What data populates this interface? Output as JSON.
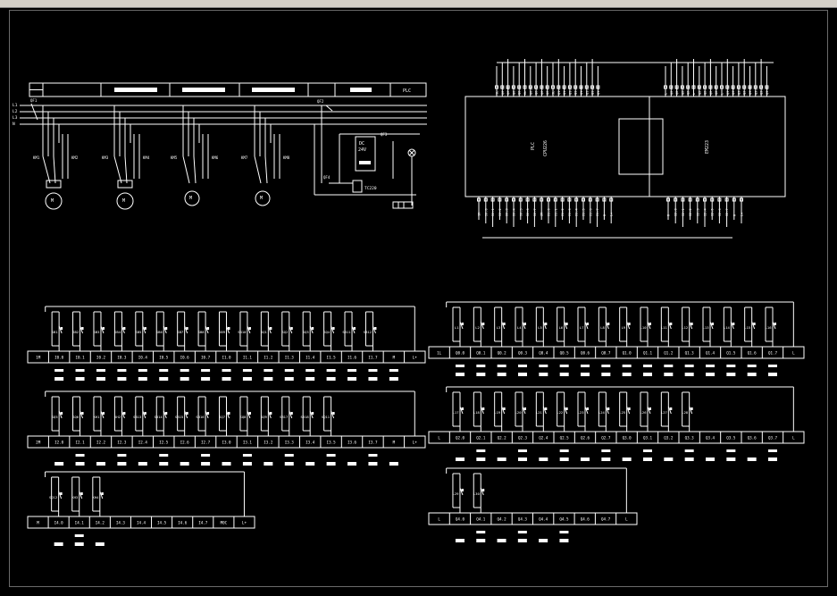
{
  "title_block": {
    "cells": [
      "",
      "",
      "",
      "",
      "",
      "PLC"
    ]
  },
  "power": {
    "lines": [
      "L1",
      "L2",
      "L3",
      "N"
    ],
    "qf1": "QF1",
    "qf2": "QF2",
    "qf3": "QF3",
    "qf4": "QF4",
    "contactors": [
      "KM1",
      "KM2",
      "KM3",
      "KM4",
      "KM5",
      "KM6",
      "KM7",
      "KM8"
    ],
    "motor_label": "M",
    "dc_supply": [
      "DC",
      "24V",
      ""
    ],
    "transformer": "TC220"
  },
  "plc": {
    "main_label": "PLC",
    "main_model": "CPU226",
    "ext_model": "EM223",
    "top_pins_left": [
      "1L",
      "Q0.0",
      "Q0.1",
      "Q0.2",
      "Q0.3",
      "2L",
      "Q0.4",
      "Q0.5",
      "Q0.6",
      "Q0.7",
      "3L",
      "Q1.0",
      "Q1.1",
      "Q1.2",
      "Q1.3",
      "Q1.4",
      "Q1.5",
      "Q1.6",
      "Q1.7"
    ],
    "top_pins_right": [
      "L",
      "Q2.0",
      "Q2.1",
      "Q2.2",
      "Q2.3",
      "L",
      "Q2.4",
      "Q2.5",
      "Q2.6",
      "Q2.7",
      "L",
      "Q3.0",
      "Q3.1",
      "Q3.2",
      "Q3.3",
      "Q3.4",
      "Q3.5",
      "Q3.6",
      "Q3.7"
    ],
    "bottom_pins_left": [
      "1M",
      "I0.0",
      "I0.1",
      "I0.2",
      "I0.3",
      "I0.4",
      "I0.5",
      "I0.6",
      "I0.7",
      "2M",
      "I1.0",
      "I1.1",
      "I1.2",
      "I1.3",
      "I1.4",
      "I1.5",
      "I1.6",
      "I1.7",
      "M",
      "L+"
    ],
    "bottom_pins_right": [
      "M",
      "I2.0",
      "I2.1",
      "I2.2",
      "I2.3",
      "I2.4",
      "I2.5",
      "I2.6",
      "I2.7",
      "M",
      "L+"
    ]
  },
  "terminal_blocks": [
    {
      "devices": [
        "SB1",
        "SB2",
        "SB3",
        "SB4",
        "SB5",
        "SB6",
        "SB7",
        "SB8",
        "SB9",
        "SB10",
        "SQ1",
        "SQ2",
        "SQ3",
        "SQ4",
        "SB11",
        "SB12"
      ],
      "terminals": [
        "1M",
        "I0.0",
        "I0.1",
        "I0.2",
        "I0.3",
        "I0.4",
        "I0.5",
        "I0.6",
        "I0.7",
        "I1.0",
        "I1.1",
        "I1.2",
        "I1.3",
        "I1.4",
        "I1.5",
        "I1.6",
        "I1.7",
        "M",
        "L+"
      ]
    },
    {
      "devices": [
        "SQ5",
        "SQ6",
        "KH1",
        "KH2",
        "SB13",
        "SB14",
        "SB15",
        "SB16",
        "SQ7",
        "SQ8",
        "SQ9",
        "SB17",
        "SB18",
        "SQ11"
      ],
      "terminals": [
        "2M",
        "I2.0",
        "I2.1",
        "I2.2",
        "I2.3",
        "I2.4",
        "I2.5",
        "I2.6",
        "I2.7",
        "I3.0",
        "I3.1",
        "I3.2",
        "I3.3",
        "I3.4",
        "I3.5",
        "I3.6",
        "I3.7",
        "M",
        "L+"
      ]
    },
    {
      "devices": [
        "SQ12",
        "KH3",
        "KH4"
      ],
      "terminals": [
        "M",
        "I4.0",
        "I4.1",
        "I4.2",
        "I4.3",
        "I4.4",
        "I4.5",
        "I4.6",
        "I4.7",
        "M0C",
        "L+"
      ]
    },
    {
      "devices": [
        "L1",
        "L2",
        "L3",
        "L4",
        "L5",
        "L6",
        "L7",
        "L8",
        "L9",
        "L10",
        "L11",
        "L12",
        "L13",
        "L14",
        "L15",
        "L16"
      ],
      "terminals": [
        "1L",
        "Q0.0",
        "Q0.1",
        "Q0.2",
        "Q0.3",
        "Q0.4",
        "Q0.5",
        "Q0.6",
        "Q0.7",
        "Q1.0",
        "Q1.1",
        "Q1.2",
        "Q1.3",
        "Q1.4",
        "Q1.5",
        "Q1.6",
        "Q1.7",
        "L"
      ]
    },
    {
      "devices": [
        "L17",
        "L18",
        "L19",
        "L20",
        "L21",
        "L22",
        "L23",
        "L24",
        "L25",
        "L26",
        "L27",
        "L28"
      ],
      "terminals": [
        "L",
        "Q2.0",
        "Q2.1",
        "Q2.2",
        "Q2.3",
        "Q2.4",
        "Q2.5",
        "Q2.6",
        "Q2.7",
        "Q3.0",
        "Q3.1",
        "Q3.2",
        "Q3.3",
        "Q3.4",
        "Q3.5",
        "Q3.6",
        "Q3.7",
        "L"
      ]
    },
    {
      "devices": [
        "L29",
        "L30"
      ],
      "terminals": [
        "L",
        "Q4.0",
        "Q4.1",
        "Q4.2",
        "Q4.3",
        "Q4.4",
        "Q4.5",
        "Q4.6",
        "Q4.7",
        "L"
      ]
    }
  ]
}
